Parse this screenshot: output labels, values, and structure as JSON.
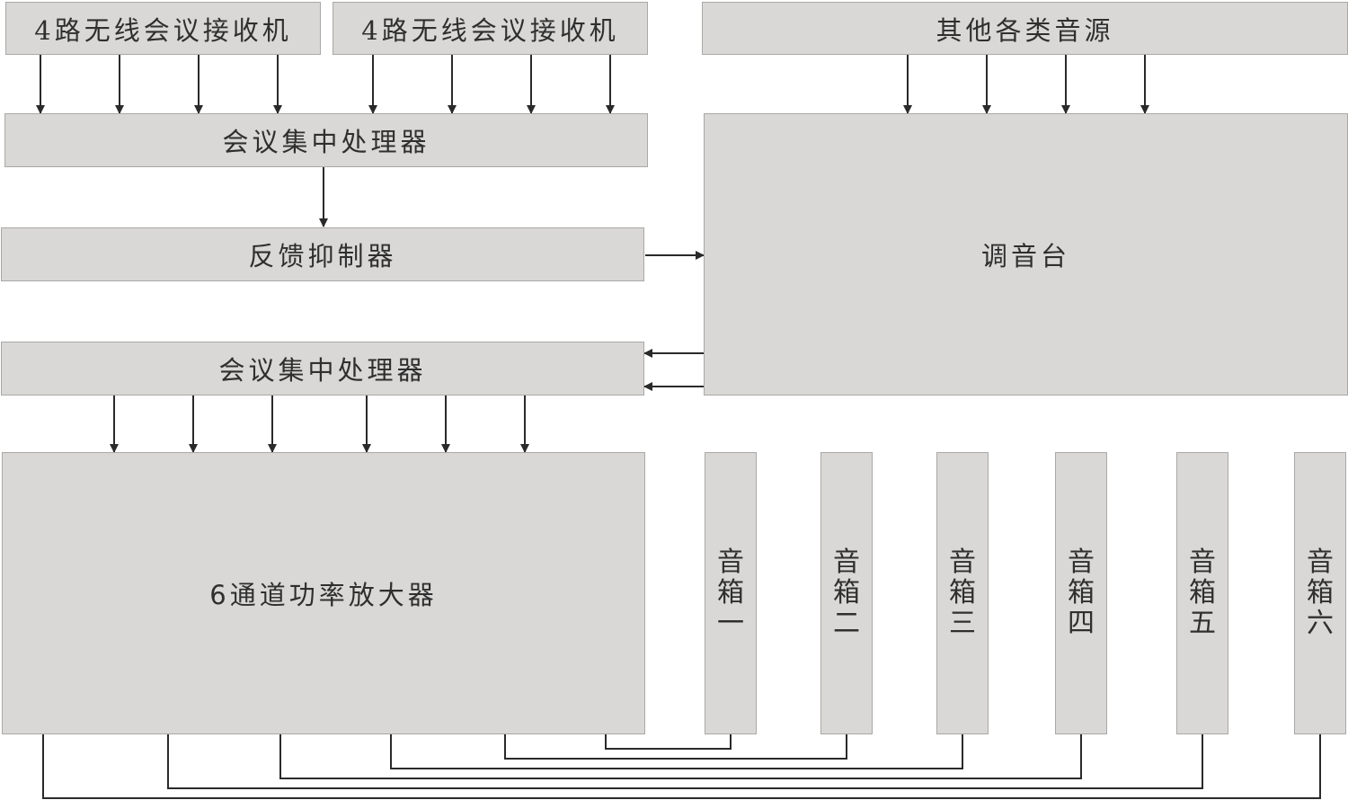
{
  "diagram": {
    "receiver_left": "4路无线会议接收机",
    "receiver_right": "4路无线会议接收机",
    "other_sources": "其他各类音源",
    "processor_top": "会议集中处理器",
    "feedback_suppressor": "反馈抑制器",
    "mixer": "调音台",
    "processor_bottom": "会议集中处理器",
    "amplifier": "6通道功率放大器",
    "speakers": [
      "音箱一",
      "音箱二",
      "音箱三",
      "音箱四",
      "音箱五",
      "音箱六"
    ]
  },
  "colors": {
    "box_fill": "#d9d8d7",
    "box_border": "#a9a8a6",
    "line": "#2a2a2a"
  }
}
